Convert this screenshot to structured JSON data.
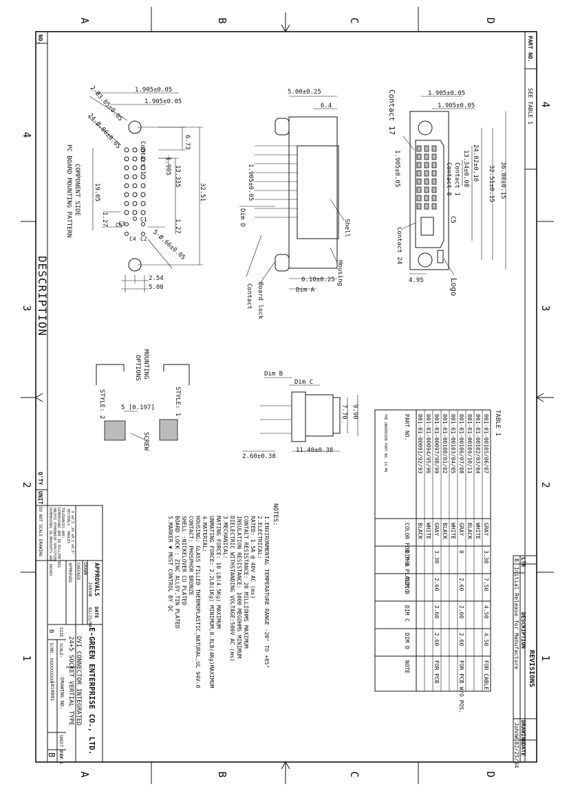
{
  "zone_letters_top": [
    "A",
    "B",
    "C",
    "D"
  ],
  "zone_letters_bottom": [
    "A",
    "B",
    "C",
    "D"
  ],
  "zone_numbers_left": [
    "4",
    "3",
    "2",
    "1"
  ],
  "zone_numbers_right": [
    "4",
    "3",
    "2",
    "1"
  ],
  "left_strip": {
    "no": "NO.",
    "description": "DESCRIPTION",
    "qty": "Q'TY",
    "unit": "UNIT",
    "scale_note": "DO NOT SCALE DRAWING"
  },
  "part_no_box": {
    "label": "PART NO.",
    "value": "SEE TABLE 1"
  },
  "pcb_view": {
    "title_line1": "PC BOARD MOUNTING PATTERN",
    "title_line2": "COMPONENT SIDE",
    "dims": [
      "1.905±0.05",
      "1.905±0.05",
      "2-Ø3.05±0.05",
      "24-Ø.86±0.05",
      "Contact 1",
      "6.73",
      "1.905",
      "13.335",
      "19.05",
      "32.51",
      "1.27",
      "1.27",
      "C3",
      "C1",
      "C2",
      "C4",
      "C5",
      "5-Ø.66±0.05",
      "2.54",
      "5.08"
    ]
  },
  "side_view": {
    "dims": [
      "5.00±0.25",
      "6.4",
      "1.905±0.05",
      "Dim D",
      "0.10±0.25",
      "Dim A"
    ],
    "callouts": [
      "Shell",
      "Housing",
      "Board lock",
      "Contact"
    ]
  },
  "front_view": {
    "dims": [
      "1.905±0.05",
      "1.905±0.05",
      "Contact 17",
      "Contact 1",
      "Contact 8",
      "13.34±0.08",
      "24.02±0.10",
      "32.51±0.15",
      "36.80±0.15",
      "1.905±0.05",
      "C5",
      "Contact 24",
      "4.95",
      "Logo"
    ]
  },
  "options_view": {
    "title_line1": "MOUNTING",
    "title_line2": "OPTIONS",
    "style1": "STYLE: 1",
    "style2": "STYLE: 2",
    "dim": "5 [0.197]",
    "screw": "SCREW"
  },
  "dims_view": {
    "dims": [
      "Dim B",
      "Dim C",
      "9.90",
      "7.70",
      "2.60±0.38",
      "11.40±0.38"
    ]
  },
  "table": {
    "title": "TABLE 1",
    "headers": [
      "THE UNDERSIDE PART NO. IS PN",
      "PART NO.",
      "COLOR FOR THE PLASTIC",
      "DIM A",
      "DIM B",
      "DIM C",
      "DIM D",
      "NOTE"
    ],
    "rows": [
      [
        "001-01-00105/06/07",
        "GRAY",
        "3.30",
        "7.50",
        "4.50",
        "4.50",
        "FOR CABLE"
      ],
      [
        "001-01-00102/03/04",
        "WHITE",
        "",
        "",
        "",
        "",
        ""
      ],
      [
        "001-01-00109/10/11",
        "BLACK",
        "",
        "",
        "",
        "",
        ""
      ],
      [
        "001-01-00106/07/08",
        "GRAY",
        "0",
        "2.60",
        "2.60",
        "2.60",
        "FOR PCB W/O POS."
      ],
      [
        "001-01-00103/04/05",
        "WHITE",
        "",
        "",
        "",
        "",
        ""
      ],
      [
        "001-01-00100/01/02",
        "BLACK",
        "",
        "",
        "",
        "",
        ""
      ],
      [
        "001-01-00097/98/99",
        "GRAY",
        "3.30",
        "2.60",
        "2.60",
        "2.60",
        "FOR PCB"
      ],
      [
        "001-01-00094/95/96",
        "WHITE",
        "",
        "",
        "",
        "",
        ""
      ],
      [
        "001-01-00091/92/93",
        "BLACK",
        "",
        "",
        "",
        "",
        ""
      ]
    ]
  },
  "notes": {
    "title": "NOTES:",
    "lines": [
      "1.ENVIRONMENTAL TEMPERATURE RANGE -20° TO +85°",
      "2.ELECTRICAL:",
      "  RATED: 1.5A @ 40V AC (ms)",
      "  CONTACT RESISTANCE: 20 MILLIOHMS MAXIMUM",
      "  INSULATION RESISTANCE: 1000 MEGOHMS MINIMUM",
      "  DIELECTRIC WITHSTANDING VOLTAGE:500V AC (ms)",
      "3.MECHANICAL:",
      "  MATING FORCE: 10 LB(4.5Kg) MAXIMUM",
      "  UNMATING FORCE: 2.2LB(1Kg) MINIMUM,8.8LB(4Kg)MAXIMUM",
      "4.MATERIAL:",
      "  HOUSING: GLASS FILLED THERMOPLASTIC,NATURAL,UL 94V-0",
      "  CONTACT: PHOSPHOR BRONZE",
      "  SHELL :NICKELOVER CU PLATED",
      "  BOARD LOCK : ZINC ALLOY,TIN PLATED",
      "5.MARKER ▼ MUST CONTROL BY QC"
    ]
  },
  "revisions": {
    "title": "REVISIONS",
    "headers": [
      "LTR",
      "DESCRIPTION",
      "DRAWING",
      "DATE"
    ],
    "rows": [
      [
        "B",
        "Initial Release for Manufacture",
        "JohnW",
        "02/25/04"
      ]
    ]
  },
  "title_block": {
    "company": "E-GREEN ENTERPRISE CO., LTD.",
    "title_line1": "DVI CONNECTOR INTEGRATED",
    "title_line2": "24+5 SOCKET VERTIAL TYPE",
    "approvals": "APPROVALS",
    "date_label": "DATE",
    "drawn": "DRAWN",
    "drawn_name": "JohnW",
    "drawn_date": "02/25/04",
    "checked": "CHECKED",
    "approved": "APPROVED",
    "size_label": "SIZE",
    "size_val": "B",
    "dwg_no_label": "DRAWING NO.",
    "dwg_no": "1010001",
    "rev_label": "REV.",
    "rev": "B",
    "scale_label": "SCALE:",
    "scale_val": "",
    "sheet": "SHEET 1 OF 1",
    "d_no": "D/NO. XXXXXXXXXX",
    "tol_line1": "UNLESS OTHERWISE SPECIFIED",
    "tol_line2": "DIMENSIONS ARE IN MILLIMETERS",
    "tol_line3": "TOLERANCES ARE:",
    "tol_decimals": "DECIMALS",
    "tol_angles": "ANGLES",
    "tol_vals": ".X ±0.5  .XX ±0.1  ±0.5°",
    "tol_note": "DIMENSIONS IN BRACKETS ARE INCHES"
  }
}
